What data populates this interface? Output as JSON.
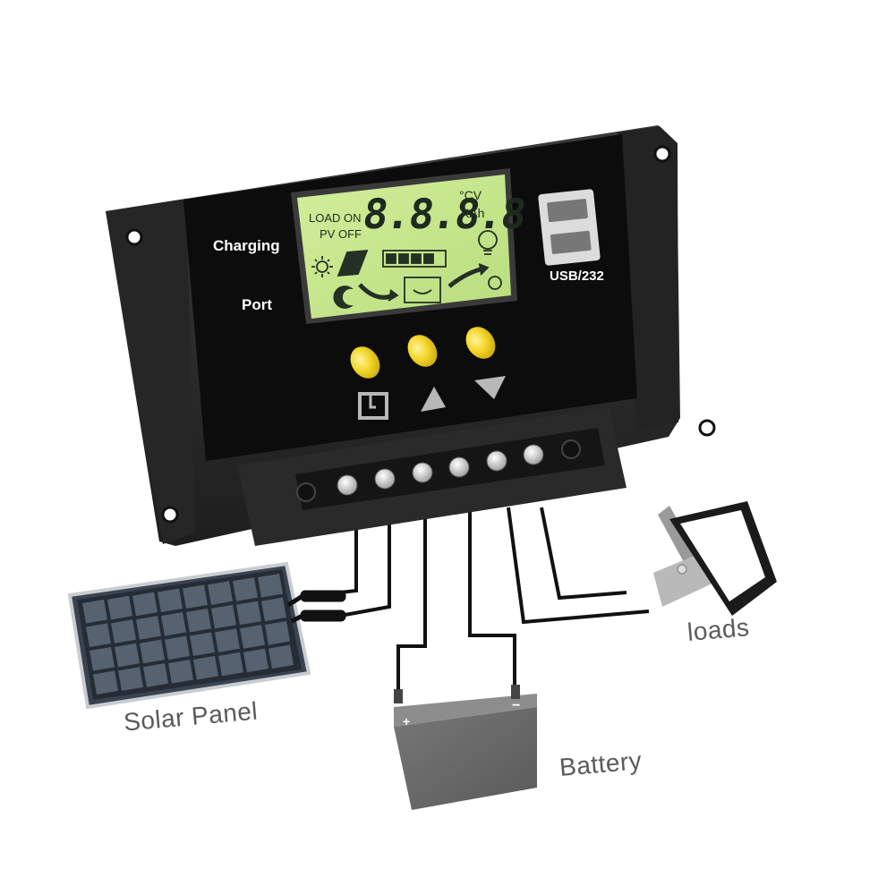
{
  "controller": {
    "charging_label": "Charging",
    "port_label": "Port",
    "usb_label": "USB/232",
    "button_icons": [
      "mode-square-icon",
      "up-arrow-icon",
      "down-arrow-icon"
    ],
    "terminal_count": 6
  },
  "lcd": {
    "load_on": "LOAD ON",
    "pv_off": "PV OFF",
    "digits": "8.8.8.8",
    "unit_top": "°CV",
    "unit_bottom": "KAh",
    "background_color": "#c9e98f"
  },
  "captions": {
    "solar_panel": "Solar Panel",
    "battery": "Battery",
    "loads": "loads"
  },
  "battery": {
    "plus": "+",
    "minus": "−"
  },
  "colors": {
    "housing": "#2d2d2d",
    "face": "#0d0d0d",
    "buttons": "#f2d32a",
    "battery": "#6b6b6b"
  }
}
